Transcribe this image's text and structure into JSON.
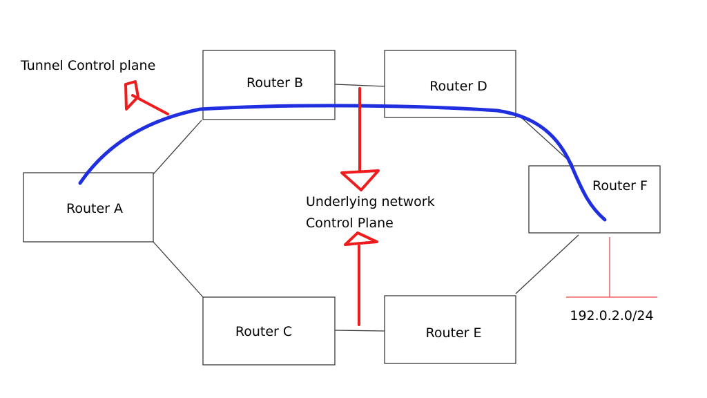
{
  "routers": {
    "a": "Router A",
    "b": "Router B",
    "c": "Router C",
    "d": "Router D",
    "e": "Router E",
    "f": "Router F"
  },
  "annotations": {
    "tunnel": "Tunnel Control plane",
    "underlying_line1": "Underlying network",
    "underlying_line2": "Control Plane",
    "prefix": "192.0.2.0/24"
  },
  "colors": {
    "tunnel_path": "#1f2fe0",
    "arrows": "#ee1c1c",
    "lines": "#3a3a3a"
  }
}
